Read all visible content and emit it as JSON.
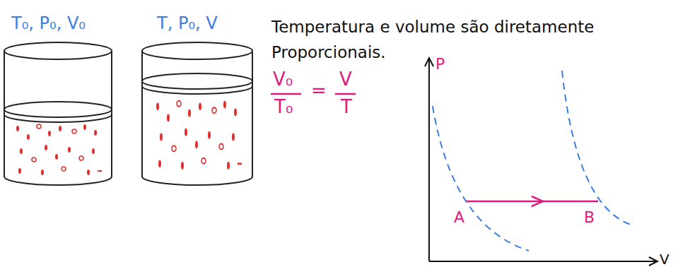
{
  "diagram": {
    "labels": [
      "T₀, P₀, V₀",
      "T, P₀, V",
      "Temperatura e volume são diretamente Proporcionais.",
      "V₀",
      "T₀",
      "=",
      "V",
      "T",
      "P",
      "V",
      "A",
      "B"
    ]
  }
}
